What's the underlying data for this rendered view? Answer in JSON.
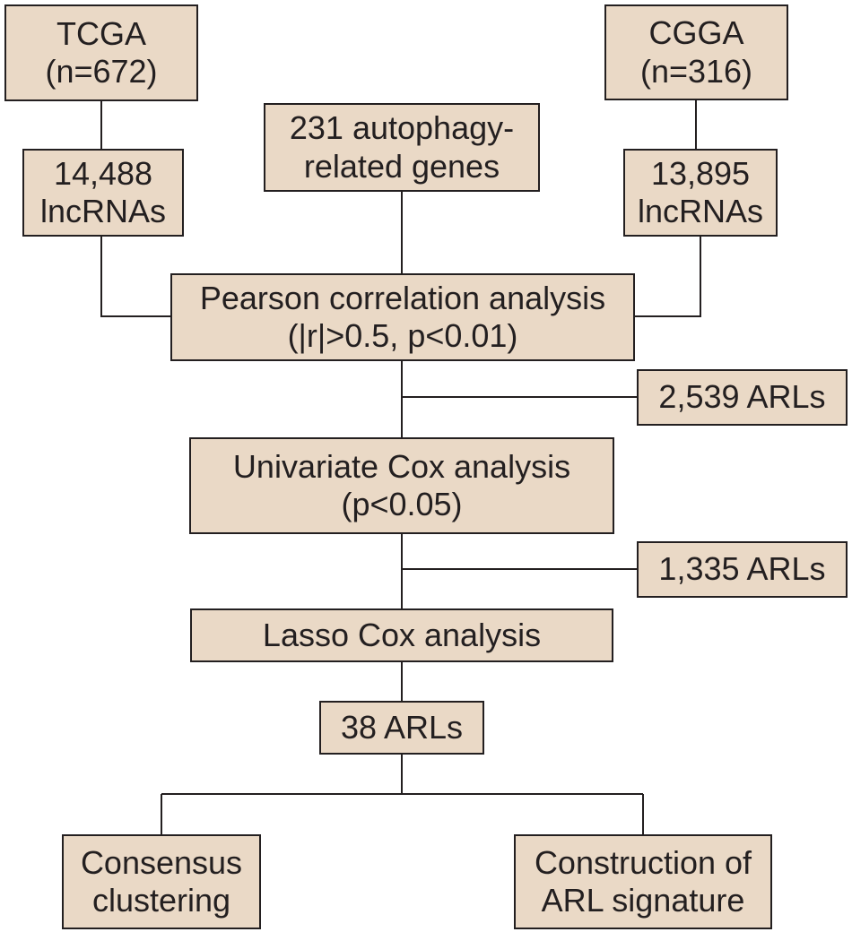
{
  "colors": {
    "box_fill": "#ead9c6",
    "box_border": "#231f20",
    "connector": "#231f20",
    "text": "#231f20",
    "background": "#ffffff"
  },
  "nodes": {
    "tcga": {
      "line1": "TCGA",
      "line2": "(n=672)"
    },
    "cgga": {
      "line1": "CGGA",
      "line2": "(n=316)"
    },
    "autophagy_genes": {
      "line1": "231 autophagy-",
      "line2": "related genes"
    },
    "tcga_lncrnas": {
      "line1": "14,488",
      "line2": "lncRNAs"
    },
    "cgga_lncrnas": {
      "line1": "13,895",
      "line2": "lncRNAs"
    },
    "pearson": {
      "line1": "Pearson correlation analysis",
      "line2": "(|r|>0.5, p<0.01)"
    },
    "arls_2539": {
      "line1": "2,539 ARLs"
    },
    "univariate_cox": {
      "line1": "Univariate Cox analysis",
      "line2": "(p<0.05)"
    },
    "arls_1335": {
      "line1": "1,335 ARLs"
    },
    "lasso_cox": {
      "line1": "Lasso Cox analysis"
    },
    "arls_38": {
      "line1": "38 ARLs"
    },
    "consensus": {
      "line1": "Consensus",
      "line2": "clustering"
    },
    "signature": {
      "line1": "Construction of",
      "line2": "ARL signature"
    }
  }
}
